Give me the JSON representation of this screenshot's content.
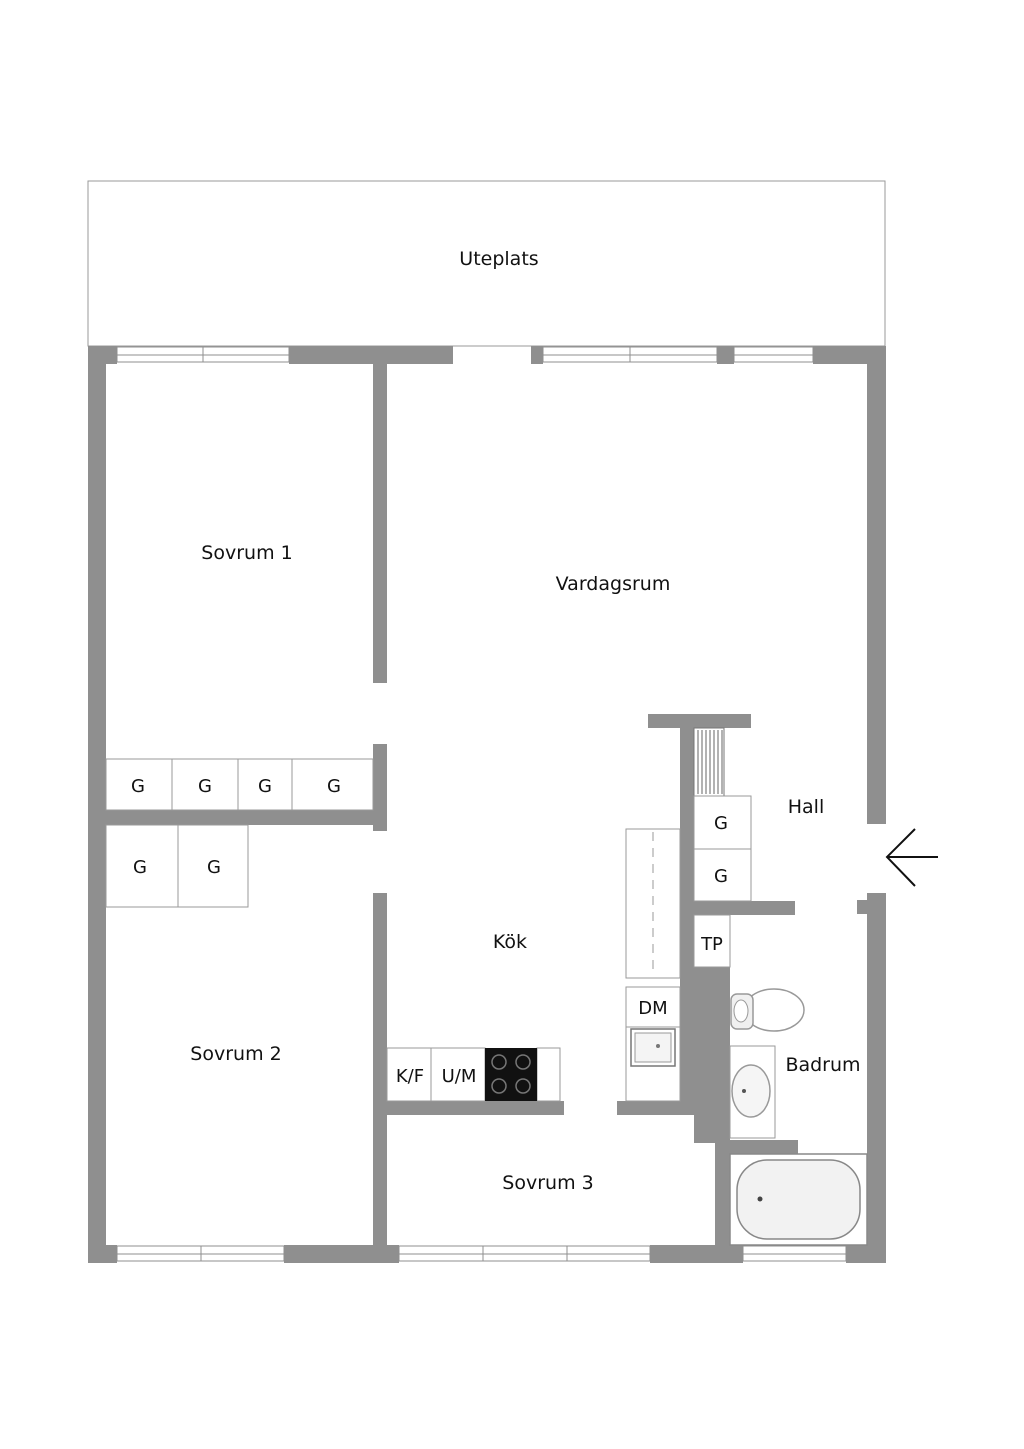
{
  "rooms": {
    "uteplats": "Uteplats",
    "sovrum1": "Sovrum 1",
    "vardagsrum": "Vardagsrum",
    "hall": "Hall",
    "kok": "Kök",
    "sovrum2": "Sovrum 2",
    "sovrum3": "Sovrum 3",
    "badrum": "Badrum"
  },
  "fixtures": {
    "closet": "G",
    "tp": "TP",
    "dm": "DM",
    "kf": "K/F",
    "um": "U/M"
  },
  "colors": {
    "wall": "#8f8f8f",
    "background": "#ffffff",
    "stove": "#111111"
  },
  "icons": [
    "entrance-arrow-icon",
    "stove-icon",
    "kitchen-sink-icon",
    "toilet-icon",
    "washbasin-icon",
    "bathtub-icon",
    "radiator-icon"
  ]
}
